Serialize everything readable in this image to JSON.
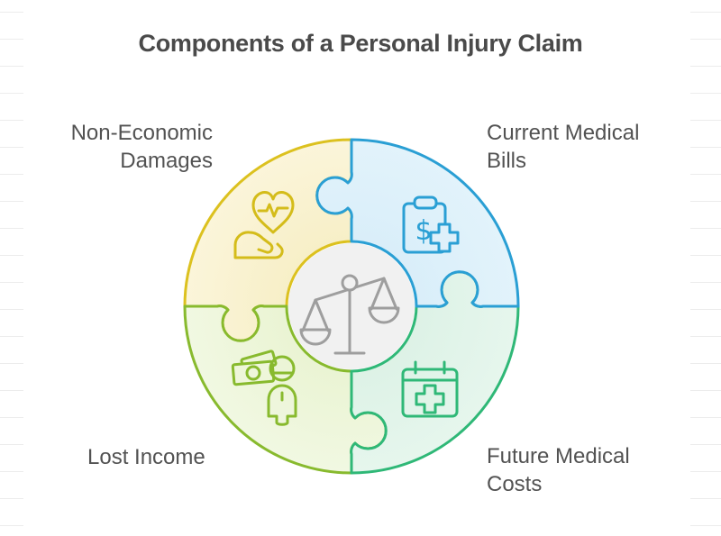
{
  "title": "Components of a Personal Injury Claim",
  "diagram": {
    "type": "circular-puzzle",
    "center_icon": "scales-of-justice",
    "segments": [
      {
        "id": "non-economic-damages",
        "label": "Non-Economic Damages",
        "position": "top-left",
        "icon": "heart-in-hand",
        "stroke_color": "#dcc11f",
        "fill_color": "#faf3d2"
      },
      {
        "id": "current-medical-bills",
        "label": "Current Medical Bills",
        "position": "top-right",
        "icon": "medical-bill-clipboard",
        "symbol": "$",
        "stroke_color": "#2a9fd4",
        "fill_color": "#def0fa"
      },
      {
        "id": "lost-income",
        "label": "Lost Income",
        "position": "bottom-left",
        "icon": "money-and-person",
        "stroke_color": "#88ba2e",
        "fill_color": "#eef6da"
      },
      {
        "id": "future-medical-costs",
        "label": "Future Medical Costs",
        "position": "bottom-right",
        "icon": "medical-calendar",
        "stroke_color": "#2fb877",
        "fill_color": "#e1f4e8"
      }
    ],
    "center_color": "#f1f1f1",
    "center_icon_color": "#9e9e9e",
    "title_color": "#4a4a4a",
    "label_color": "#525252"
  }
}
